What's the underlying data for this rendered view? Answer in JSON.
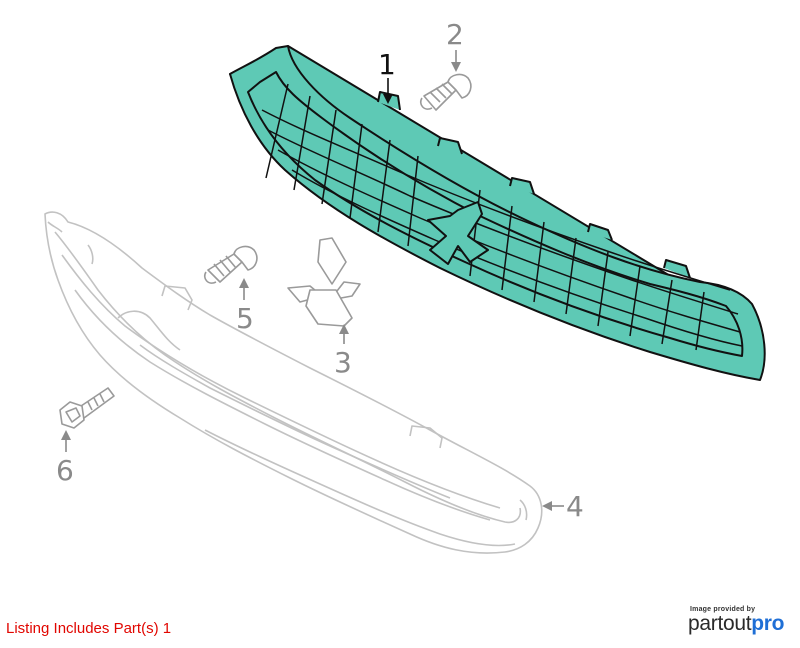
{
  "diagram": {
    "highlight_color": "#5ec9b5",
    "line_color": "#111111",
    "faded_line_color": "#c2c2c2",
    "callouts": [
      {
        "id": "1",
        "label": "1",
        "part": "upper-grille",
        "highlighted": true
      },
      {
        "id": "2",
        "label": "2",
        "part": "clip-screw"
      },
      {
        "id": "3",
        "label": "3",
        "part": "emblem"
      },
      {
        "id": "4",
        "label": "4",
        "part": "lower-grille"
      },
      {
        "id": "5",
        "label": "5",
        "part": "clip-screw"
      },
      {
        "id": "6",
        "label": "6",
        "part": "bolt"
      }
    ]
  },
  "footer": {
    "listing_text": "Listing Includes Part(s) 1",
    "listing_color": "#e10600",
    "credit_small": "Image provided by",
    "credit_brand_prefix": "partout",
    "credit_brand_suffix": "pro",
    "credit_accent_color": "#1f6fd6"
  }
}
